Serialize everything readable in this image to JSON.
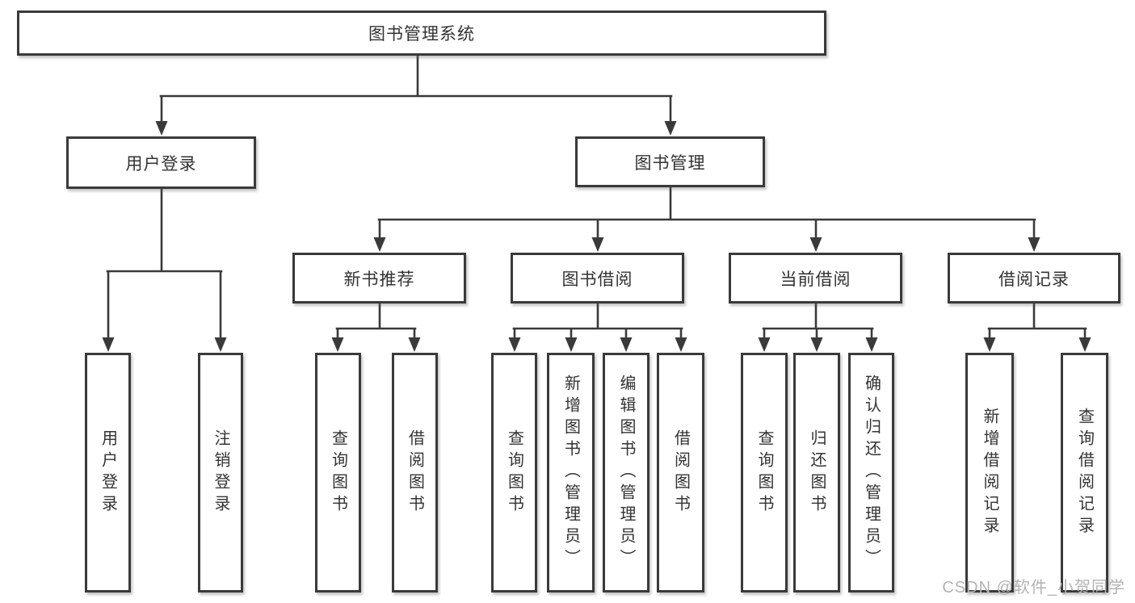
{
  "nodes": {
    "root": "图书管理系统",
    "level2": [
      "用户登录",
      "图书管理"
    ],
    "level3": [
      "新书推荐",
      "图书借阅",
      "当前借阅",
      "借阅记录"
    ],
    "leaves": [
      "用户登录",
      "注销登录",
      "查询图书",
      "借阅图书",
      "查询图书",
      "新增图书（管理员）",
      "编辑图书（管理员）",
      "借阅图书",
      "查询图书",
      "归还图书",
      "确认归还（管理员）",
      "新增借阅记录",
      "查询借阅记录"
    ]
  },
  "watermark": "CSDN @软件_小贺同学",
  "colors": {
    "line": "#3a3a3a",
    "box_border": "#3a3a3a",
    "text": "#333333",
    "watermark": "#b3b3b3",
    "background": "#ffffff"
  }
}
